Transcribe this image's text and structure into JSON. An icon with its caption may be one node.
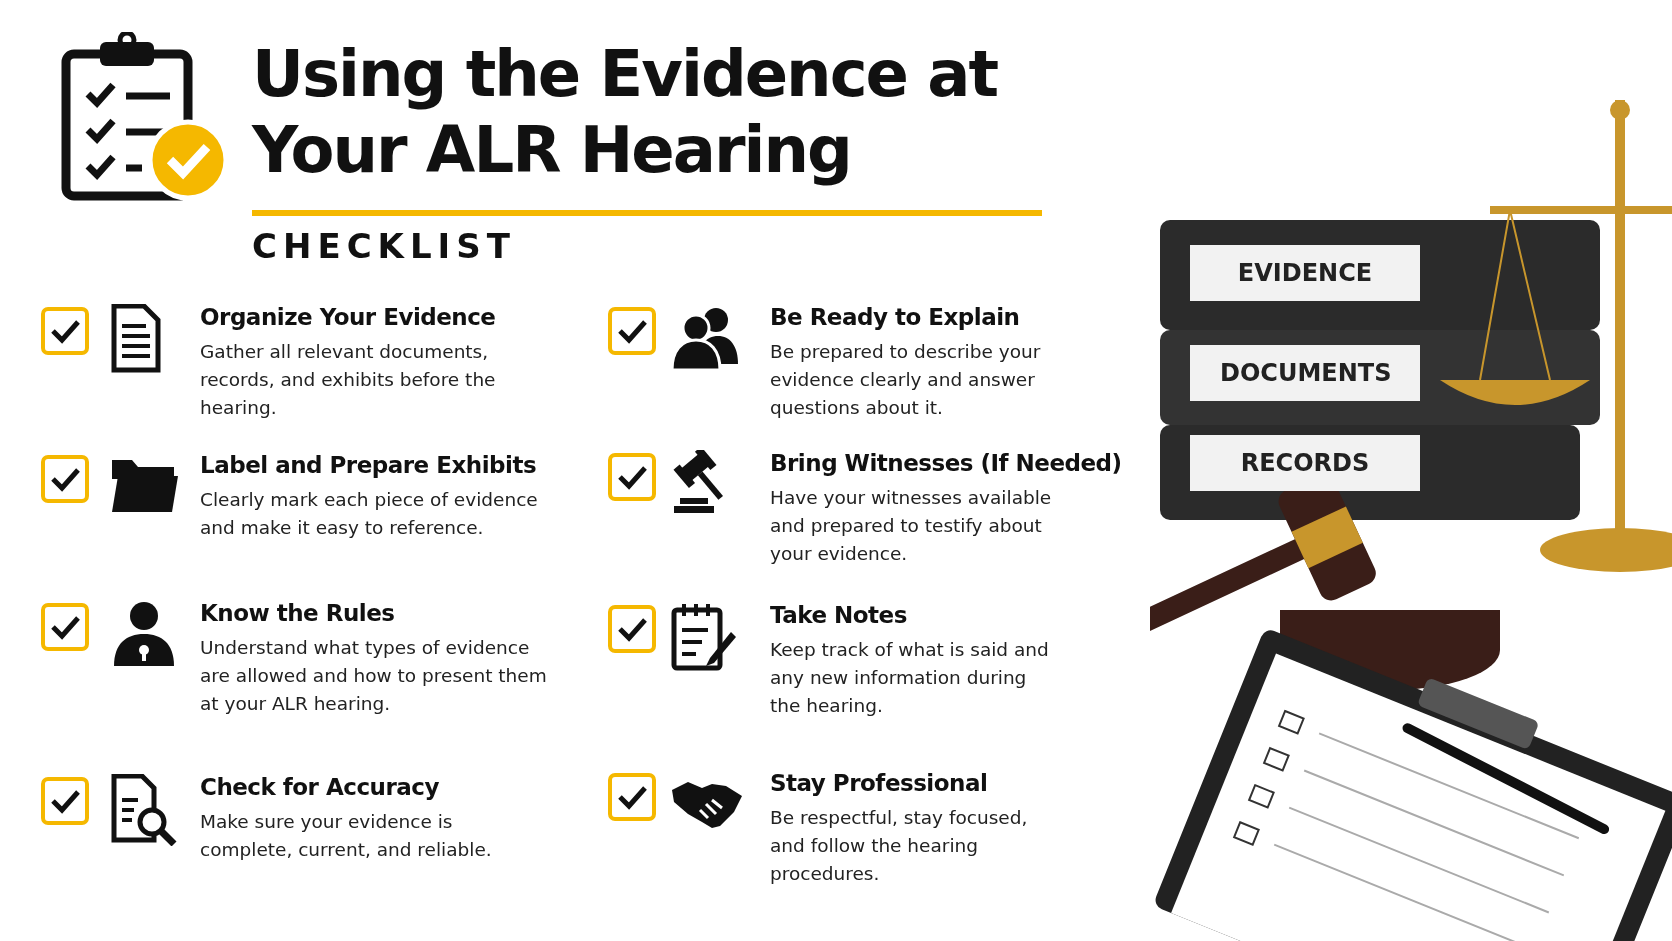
{
  "diagram": {
    "title": "Using the Evidence at Your ALR Hearing",
    "labels": [
      "CHECKLIST",
      "Organize Your Evidence",
      "Gather all relevant documents, records, and exhibits before the hearing.",
      "Label and Prepare Exhibits",
      "Clearly mark each piece of evidence and make it easy to reference.",
      "Know the Rules",
      "Understand what types of evidence are allowed and how to present them at your ALR hearing.",
      "Check for Accuracy",
      "Make sure your evidence is complete, current, and reliable.",
      "Be Ready to Explain",
      "Be prepared to describe your evidence clearly and answer questions about it.",
      "Bring Witnesses (If Needed)",
      "Have your witnesses available and prepared to testify about your evidence.",
      "Take Notes",
      "Keep track of what is said and any new information during the hearing.",
      "Stay Professional",
      "Be respectful, stay focused, and follow the hearing procedures.",
      "EVIDENCE",
      "DOCUMENTS",
      "RECORDS"
    ]
  }
}
